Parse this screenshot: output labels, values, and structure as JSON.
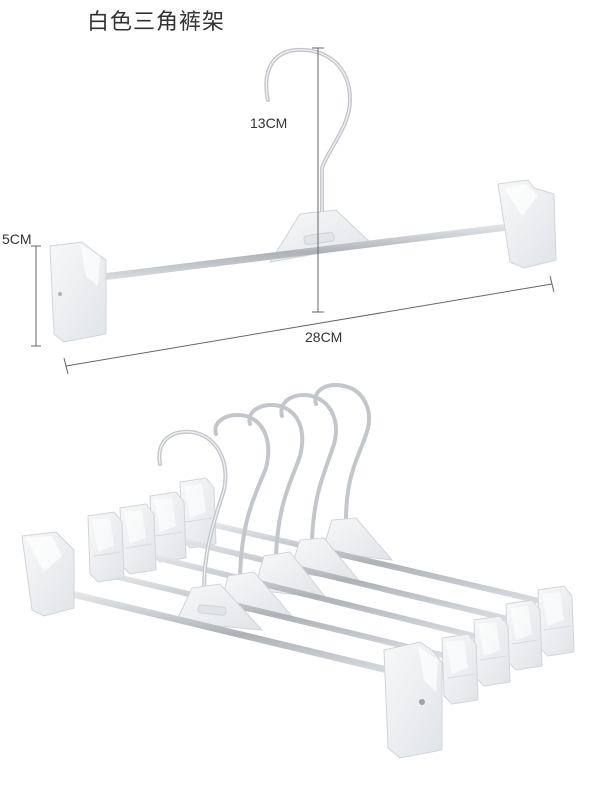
{
  "title": "白色三角裤架",
  "dimensions": {
    "hook_height": "13CM",
    "clip_height": "5CM",
    "total_width": "28CM"
  },
  "colors": {
    "background": "#ffffff",
    "steel": "#b9bcc0",
    "plastic": "#eef0f2",
    "plastic_edge": "#d3d6da",
    "dimension_line": "#555555"
  }
}
